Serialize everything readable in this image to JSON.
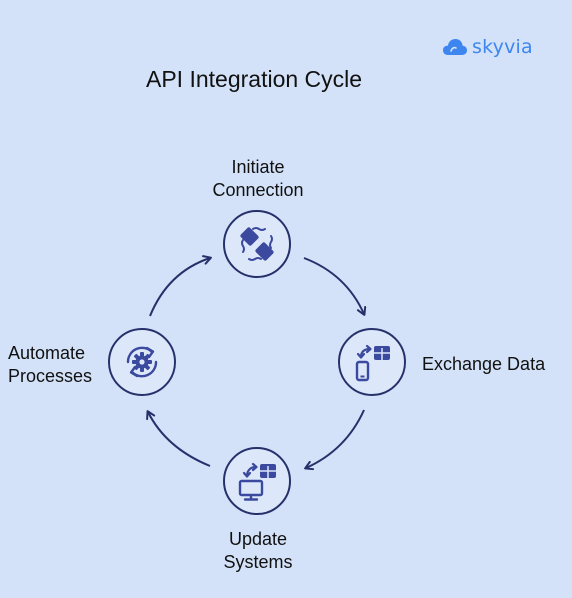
{
  "brand": {
    "logo_text": "skyvia"
  },
  "diagram": {
    "title": "API Integration Cycle",
    "steps": [
      {
        "label": "Initiate\nConnection",
        "icon": "plug-connection-icon"
      },
      {
        "label": "Exchange Data",
        "icon": "mobile-exchange-icon"
      },
      {
        "label": "Update\nSystems",
        "icon": "monitor-update-icon"
      },
      {
        "label": "Automate\nProcesses",
        "icon": "gear-cycle-icon"
      }
    ]
  },
  "colors": {
    "background": "#d3e2f8",
    "node_fill": "#dce7fa",
    "stroke": "#26306a",
    "icon": "#3b4a9e",
    "logo": "#3d86f0"
  }
}
